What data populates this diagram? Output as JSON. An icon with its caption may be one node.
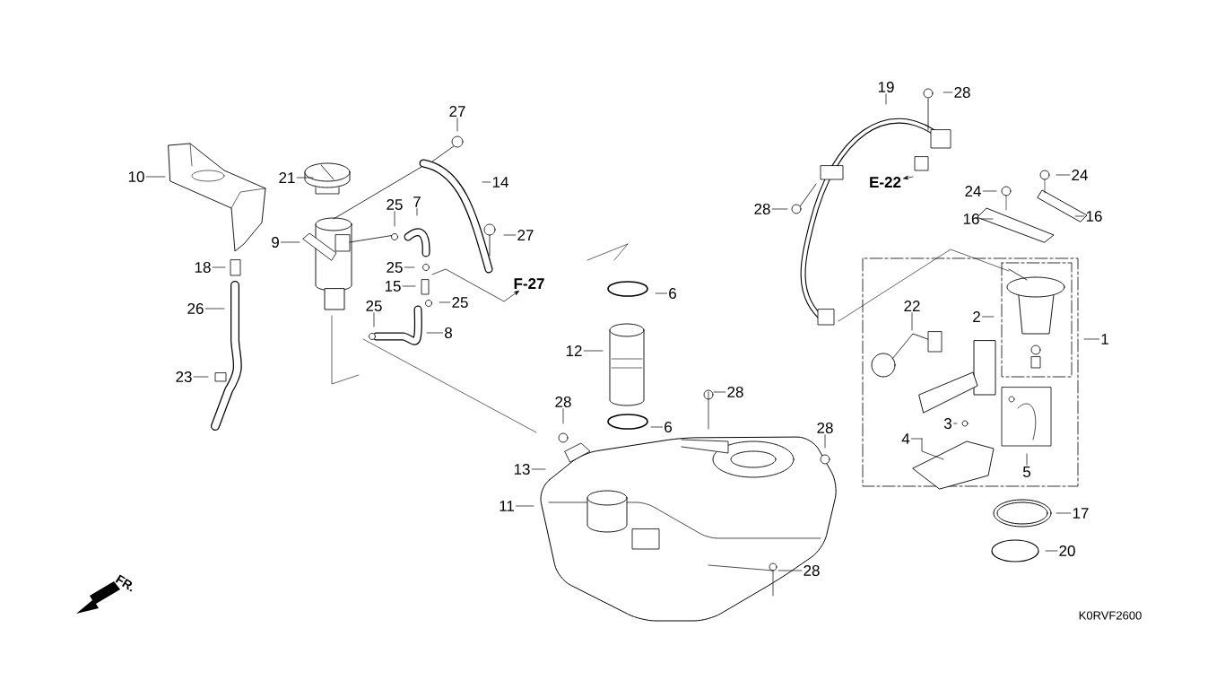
{
  "diagram": {
    "nodes": [
      {
        "text": [
          "10"
        ]
      },
      {
        "text": [
          "21"
        ]
      },
      {
        "text": [
          "27"
        ]
      },
      {
        "text": [
          "14"
        ]
      },
      {
        "text": [
          "25"
        ]
      },
      {
        "text": [
          "7"
        ]
      },
      {
        "text": [
          "9"
        ]
      },
      {
        "text": [
          "27"
        ]
      },
      {
        "text": [
          "18"
        ]
      },
      {
        "text": [
          "25"
        ]
      },
      {
        "text": [
          "15"
        ]
      },
      {
        "text": [
          "25"
        ]
      },
      {
        "text": [
          "F-27"
        ]
      },
      {
        "text": [
          "26"
        ]
      },
      {
        "text": [
          "25"
        ]
      },
      {
        "text": [
          "8"
        ]
      },
      {
        "text": [
          "23"
        ]
      },
      {
        "text": [
          "19"
        ]
      },
      {
        "text": [
          "28"
        ]
      },
      {
        "text": [
          "E-22"
        ]
      },
      {
        "text": [
          "28"
        ]
      },
      {
        "text": [
          "24"
        ]
      },
      {
        "text": [
          "24"
        ]
      },
      {
        "text": [
          "16"
        ]
      },
      {
        "text": [
          "16"
        ]
      },
      {
        "text": [
          "6"
        ]
      },
      {
        "text": [
          "12"
        ]
      },
      {
        "text": [
          "22"
        ]
      },
      {
        "text": [
          "2"
        ]
      },
      {
        "text": [
          "1"
        ]
      },
      {
        "text": [
          "3"
        ]
      },
      {
        "text": [
          "4"
        ]
      },
      {
        "text": [
          "5"
        ]
      },
      {
        "text": [
          "28"
        ]
      },
      {
        "text": [
          "28"
        ]
      },
      {
        "text": [
          "6"
        ]
      },
      {
        "text": [
          "28"
        ]
      },
      {
        "text": [
          "13"
        ]
      },
      {
        "text": [
          "11"
        ]
      },
      {
        "text": [
          "17"
        ]
      },
      {
        "text": [
          "20"
        ]
      },
      {
        "text": [
          "28"
        ]
      }
    ],
    "edges": [
      {
        "from": 0,
        "to": null,
        "arrow": "none"
      },
      {
        "from": 1,
        "to": null,
        "arrow": "none"
      },
      {
        "from": 2,
        "to": null,
        "arrow": "none"
      },
      {
        "from": 3,
        "to": null,
        "arrow": "none"
      },
      {
        "from": 4,
        "to": null,
        "arrow": "none"
      },
      {
        "from": 5,
        "to": null,
        "arrow": "none"
      },
      {
        "from": 6,
        "to": null,
        "arrow": "none"
      },
      {
        "from": 7,
        "to": null,
        "arrow": "none"
      },
      {
        "from": 8,
        "to": null,
        "arrow": "none"
      },
      {
        "from": 9,
        "to": null,
        "arrow": "none"
      },
      {
        "from": 10,
        "to": null,
        "arrow": "none"
      },
      {
        "from": 11,
        "to": null,
        "arrow": "none"
      },
      {
        "from": null,
        "to": 12,
        "arrow": "to"
      },
      {
        "from": 13,
        "to": null,
        "arrow": "none"
      },
      {
        "from": 14,
        "to": null,
        "arrow": "none"
      },
      {
        "from": 15,
        "to": null,
        "arrow": "none"
      },
      {
        "from": 16,
        "to": null,
        "arrow": "none"
      },
      {
        "from": 17,
        "to": null,
        "arrow": "none"
      },
      {
        "from": 18,
        "to": null,
        "arrow": "none"
      },
      {
        "from": null,
        "to": 19,
        "arrow": "to"
      },
      {
        "from": 20,
        "to": null,
        "arrow": "none"
      },
      {
        "from": 21,
        "to": null,
        "arrow": "none"
      },
      {
        "from": 22,
        "to": null,
        "arrow": "none"
      },
      {
        "from": 23,
        "to": null,
        "arrow": "none"
      },
      {
        "from": 24,
        "to": null,
        "arrow": "none"
      },
      {
        "from": 25,
        "to": null,
        "arrow": "none"
      },
      {
        "from": 26,
        "to": null,
        "arrow": "none"
      },
      {
        "from": 27,
        "to": null,
        "arrow": "none"
      },
      {
        "from": 28,
        "to": null,
        "arrow": "none"
      },
      {
        "from": 29,
        "to": null,
        "arrow": "none"
      },
      {
        "from": 30,
        "to": null,
        "arrow": "none"
      },
      {
        "from": 31,
        "to": null,
        "arrow": "none"
      },
      {
        "from": 32,
        "to": null,
        "arrow": "none"
      },
      {
        "from": 33,
        "to": null,
        "arrow": "none"
      },
      {
        "from": 34,
        "to": null,
        "arrow": "none"
      },
      {
        "from": 35,
        "to": null,
        "arrow": "none"
      },
      {
        "from": 36,
        "to": null,
        "arrow": "none"
      },
      {
        "from": 37,
        "to": null,
        "arrow": "none"
      },
      {
        "from": 38,
        "to": null,
        "arrow": "none"
      },
      {
        "from": 39,
        "to": null,
        "arrow": "none"
      },
      {
        "from": 40,
        "to": null,
        "arrow": "none"
      },
      {
        "from": 41,
        "to": null,
        "arrow": "none"
      }
    ],
    "labels": [
      "FR.",
      "K0RVF2600"
    ]
  }
}
